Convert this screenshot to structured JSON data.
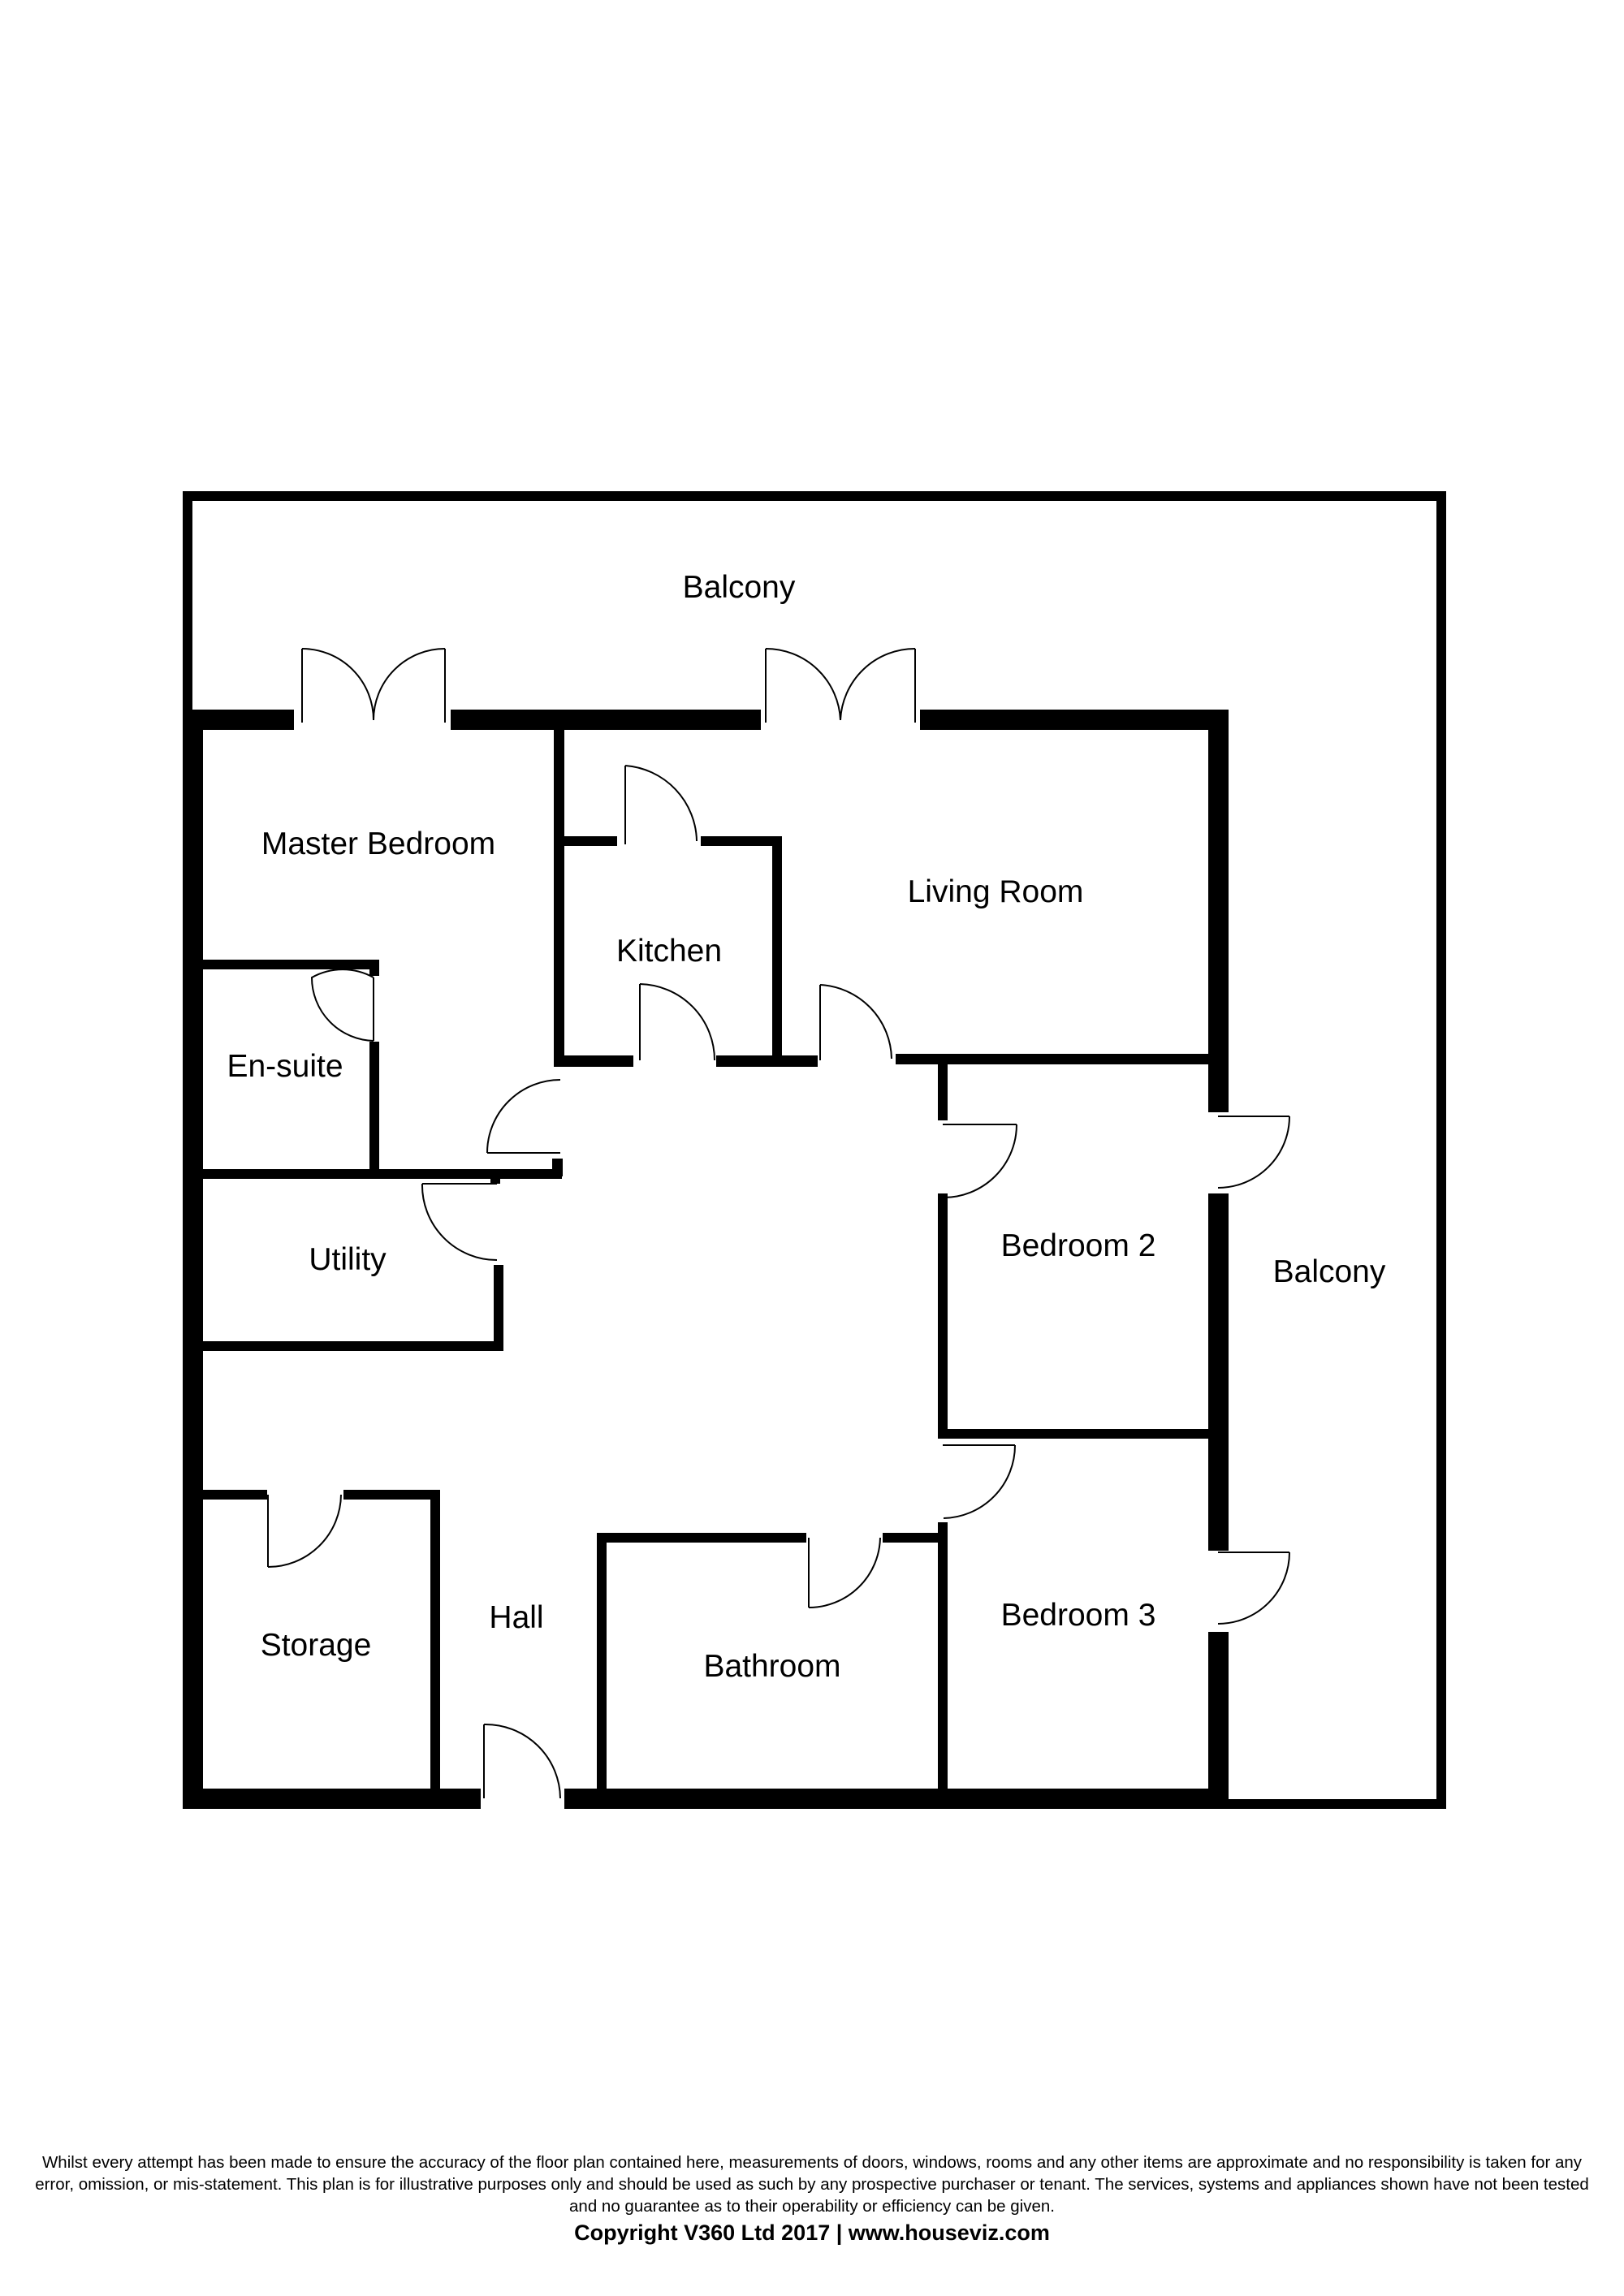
{
  "rooms": {
    "balcony_top": "Balcony",
    "master_bedroom": "Master Bedroom",
    "living_room": "Living Room",
    "kitchen": "Kitchen",
    "en_suite": "En-suite",
    "utility": "Utility",
    "bedroom_2": "Bedroom 2",
    "balcony_right": "Balcony",
    "storage": "Storage",
    "hall": "Hall",
    "bathroom": "Bathroom",
    "bedroom_3": "Bedroom 3"
  },
  "footer": {
    "disclaimer": "Whilst every attempt has been made to ensure the accuracy of the floor plan contained here, measurements of doors, windows, rooms and any other items are approximate and no responsibility is taken for any error, omission, or mis-statement. This plan is for illustrative purposes only and should be used as such by any prospective purchaser or tenant. The services, systems and appliances shown have not been tested and no guarantee as to their operability or efficiency can be given.",
    "copyright": "Copyright V360 Ltd 2017 | www.houseviz.com"
  }
}
